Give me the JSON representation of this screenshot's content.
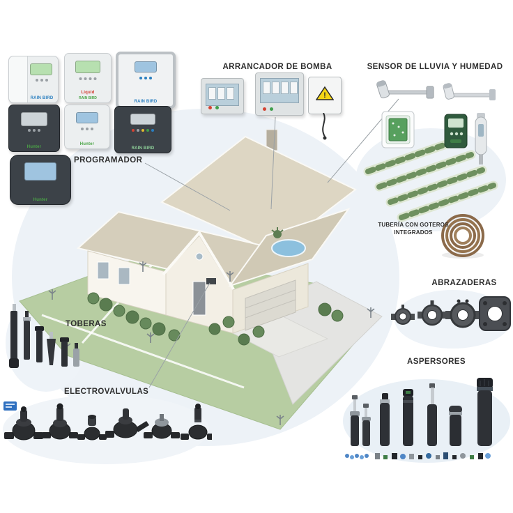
{
  "diagram": {
    "labels": {
      "programmer": "PROGRAMADOR",
      "pump_starter": "ARRANCADOR DE BOMBA",
      "rain_humidity_sensor": "SENSOR DE LLUVIA Y HUMEDAD",
      "drip_tubing_line1": "TUBERÍA CON GOTEROS",
      "drip_tubing_line2": "INTEGRADOS",
      "clamps": "ABRAZADERAS",
      "sprinklers": "ASPERSORES",
      "nozzles": "TOBERAS",
      "solenoid_valves": "ELECTROVALVULAS"
    },
    "pump_starter": {
      "warning_mark": "!"
    },
    "controllers": [
      {
        "brand": "RAIN BIRD"
      },
      {
        "brand": "Liquid",
        "sub_brand": "RAIN BIRD"
      },
      {
        "brand": "RAIN BIRD"
      },
      {
        "brand": "Hunter"
      },
      {
        "brand": "Hunter"
      },
      {
        "brand": "RAIN BIRD"
      },
      {
        "brand": "Hunter"
      }
    ],
    "colors": {
      "lawn_green": "#b7cda2",
      "roof_beige": "#d6cfbc",
      "wall_white": "#f7f4ed",
      "driveway_gray": "#e4e4e2",
      "tubing_brown": "#8b6a4a",
      "accent_blue": "#2e6fbf",
      "hunter_green": "#4aa546",
      "rainbird_blue": "#2a7fc0",
      "liquid_red": "#d23b2f",
      "label_text": "#2e2e2e",
      "background_blob": "#edf2f7"
    }
  }
}
